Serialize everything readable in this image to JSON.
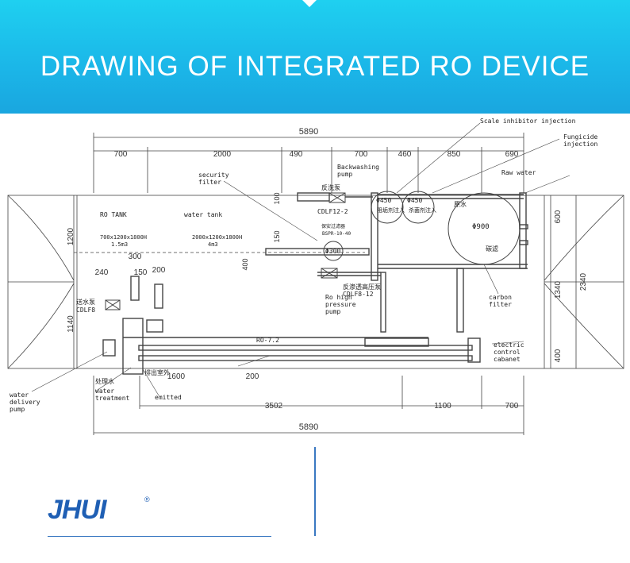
{
  "header": {
    "title": "DRAWING OF INTEGRATED RO DEVICE"
  },
  "drawing": {
    "dims_top": {
      "total": "5890",
      "d1": "700",
      "d2": "2000",
      "d3": "490",
      "d4": "700",
      "d5": "460",
      "d6": "850",
      "d7": "690"
    },
    "dims_bottom": {
      "total": "5890",
      "d1": "3502",
      "d2": "1100",
      "d3": "700"
    },
    "dims_left": {
      "d1": "1200",
      "d2": "1140"
    },
    "dims_right": {
      "d1": "600",
      "d2": "1340",
      "d3": "2340",
      "d4": "400"
    },
    "dims_inner": {
      "a": "300",
      "b": "240",
      "c": "150",
      "d": "200",
      "e": "100",
      "f": "150",
      "g": "400",
      "h": "1600",
      "i": "200"
    },
    "labels": {
      "scale": "Scale inhibitor injection",
      "fungicide_1": "Fungicide",
      "fungicide_2": "injection",
      "raw_water": "Raw water",
      "security_1": "security",
      "security_2": "filter",
      "backwash_1": "Backwashing",
      "backwash_2": "pump",
      "ro_tank": "RO TANK",
      "water_tank": "water tank",
      "ro_size_1": "700x1200x1800H",
      "ro_size_2": "1.5m3",
      "wt_size_1": "2000x1200x1800H",
      "wt_size_2": "4m3",
      "ro_high_1": "Ro high",
      "ro_high_2": "pressure",
      "ro_high_3": "pump",
      "ro_model": "RO-7.2",
      "carbon_1": "carbon",
      "carbon_2": "filter",
      "electric_1": "electric",
      "electric_2": "control",
      "electric_3": "cabanet",
      "delivery_1": "water",
      "delivery_2": "delivery",
      "delivery_3": "pump",
      "treatment_1": "water",
      "treatment_2": "treatment",
      "emitted": "emitted",
      "cn_backwash": "反洗泵",
      "cn_backwash_model": "CDLF12-2",
      "cn_ro_pump": "反渗透高压泵",
      "cn_ro_pump_model": "CDLF8-12",
      "cn_delivery": "送水泵",
      "cn_delivery_model": "CDLF8",
      "cn_treatment": "处理水",
      "cn_emitted": "排出室外",
      "cn_scale": "阻垢剂注入",
      "cn_fungicide": "杀菌剂注入",
      "cn_raw": "原水",
      "cn_carbon": "碳滤",
      "cn_security": "保安过滤器",
      "d_carbon": "Φ900",
      "d_security": "Φ300",
      "d_scale": "Φ450",
      "d_fungicide": "Φ450",
      "model_security": "BSPR-10-40"
    }
  },
  "footer": {
    "logo": "JHUI",
    "logo_mark": "®"
  }
}
